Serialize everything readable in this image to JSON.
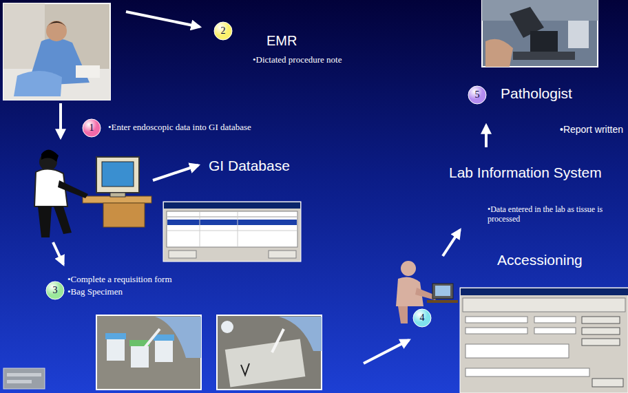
{
  "diagram": {
    "nodes": [
      {
        "text": [
          "1"
        ]
      },
      {
        "text": [
          "2"
        ]
      },
      {
        "text": [
          "3"
        ]
      },
      {
        "text": [
          "4"
        ]
      },
      {
        "text": [
          "5"
        ]
      }
    ],
    "labels": [
      "EMR",
      "•Dictated procedure note",
      "•Enter endoscopic data into GI database",
      "GI Database",
      "•Complete a requisition form",
      "•Bag Specimen",
      "Pathologist",
      "•Report written",
      "Lab Information System",
      "•Data entered in the lab as tissue is processed",
      "Accessioning"
    ]
  }
}
